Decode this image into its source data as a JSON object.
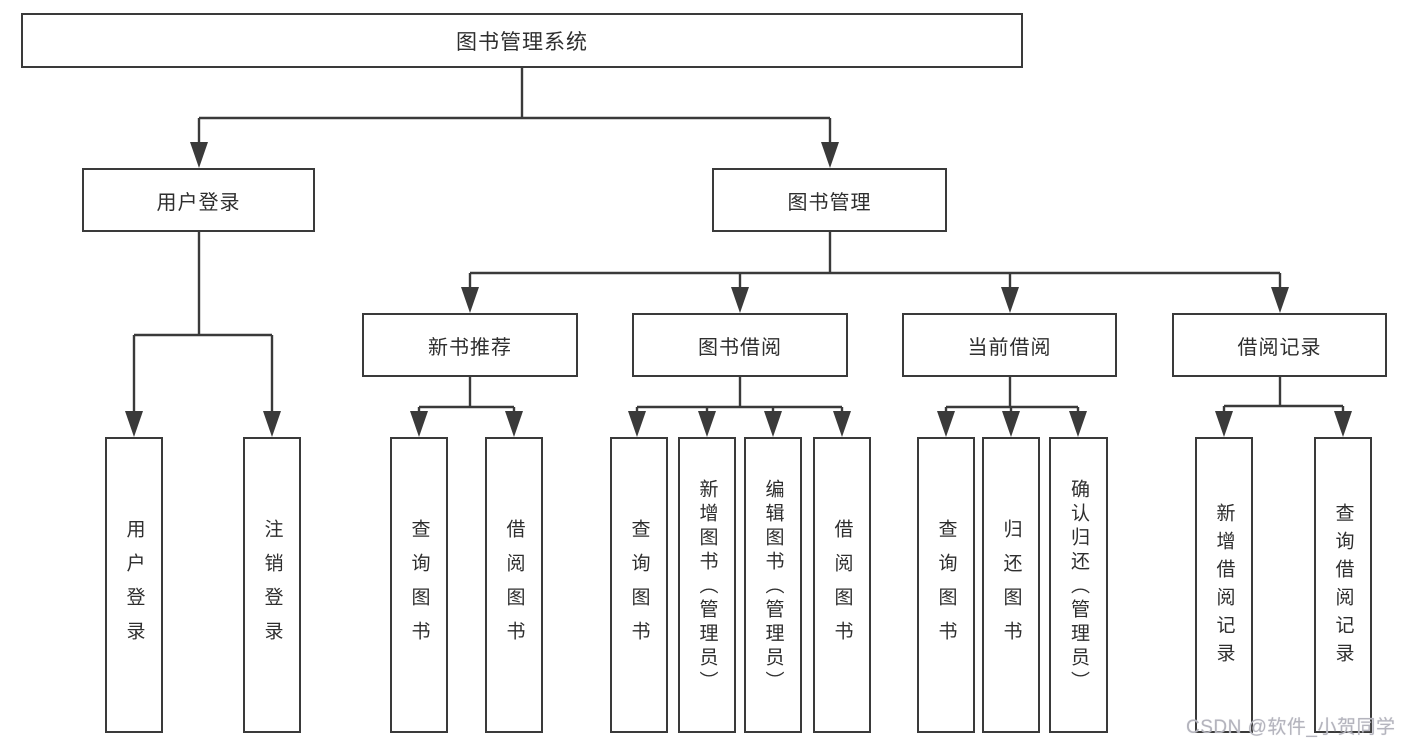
{
  "diagram": {
    "root": "图书管理系统",
    "children": [
      {
        "label": "用户登录",
        "children": [
          "用户登录",
          "注销登录"
        ]
      },
      {
        "label": "图书管理",
        "children": [
          {
            "label": "新书推荐",
            "children": [
              "查询图书",
              "借阅图书"
            ]
          },
          {
            "label": "图书借阅",
            "children": [
              "查询图书",
              "新增图书（管理员）",
              "编辑图书（管理员）",
              "借阅图书"
            ]
          },
          {
            "label": "当前借阅",
            "children": [
              "查询图书",
              "归还图书",
              "确认归还（管理员）"
            ]
          },
          {
            "label": "借阅记录",
            "children": [
              "新增借阅记录",
              "查询借阅记录"
            ]
          }
        ]
      }
    ]
  },
  "watermark": {
    "text": "CSDN @软件_小贺同学"
  },
  "colors": {
    "line": "#3a3a3a",
    "text": "#2e2e2e",
    "watermark": "#b4b4bd",
    "background": "#ffffff"
  }
}
